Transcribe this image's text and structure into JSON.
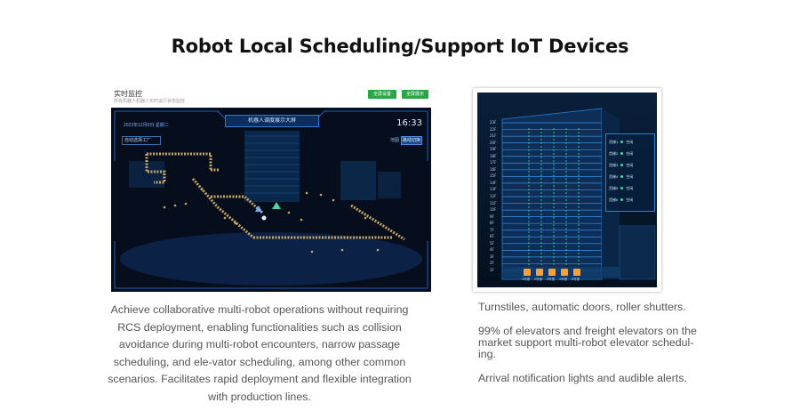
{
  "page": {
    "title": "Robot Local Scheduling/Support IoT Devices"
  },
  "left_screenshot": {
    "header_title": "实时监控",
    "header_subtitle": "所有机器人机器人实时运行状态监控",
    "button_primary": "全屏设置",
    "button_secondary": "全屏展示",
    "hud_title": "机器人调度展示大屏",
    "hud_time": "16:33",
    "hud_date": "2022年12月6日 星期二",
    "map_selector": "自动选择工厂",
    "hud_button_label": "地图",
    "hud_button": "路线切换"
  },
  "right_screenshot": {
    "floor_labels": [
      "23F",
      "22F",
      "21F",
      "20F",
      "19F",
      "18F",
      "17F",
      "16F",
      "15F",
      "14F",
      "13F",
      "12F",
      "11F",
      "10F",
      "9F",
      "8F",
      "7F",
      "6F",
      "5F",
      "4F",
      "3F",
      "2F",
      "1F"
    ],
    "elevator_panel": [
      {
        "name": "货梯1",
        "state": "空闲"
      },
      {
        "name": "货梯2",
        "state": "空闲"
      },
      {
        "name": "货梯3",
        "state": "空闲"
      },
      {
        "name": "货梯4",
        "state": "空闲"
      },
      {
        "name": "货梯5",
        "state": "空闲"
      },
      {
        "name": "货梯6",
        "state": "空闲"
      }
    ],
    "elevator_bottom_labels": [
      "1号梯",
      "2号梯",
      "3号梯",
      "4号梯",
      "5号梯"
    ]
  },
  "descriptions": {
    "left": "Achieve collaborative multi-robot operations without requiring RCS deployment, enabling functionalities such as collision avoidance during multi-robot encounters, narrow passage scheduling, and ele-vator scheduling, among other common scenarios. Facilitates rapid deployment and flexible integration with production lines.",
    "right": [
      "Turnstiles, automatic doors, roller shutters.",
      "99% of elevators and freight elevators on the market support multi-robot elevator schedul-ing.",
      "Arrival notification lights and audible alerts."
    ]
  },
  "colors": {
    "accent_green": "#27a844",
    "screen_bg": "#060d1c",
    "map_path": "#c8a764",
    "hud_blue": "#2a7bd6"
  }
}
